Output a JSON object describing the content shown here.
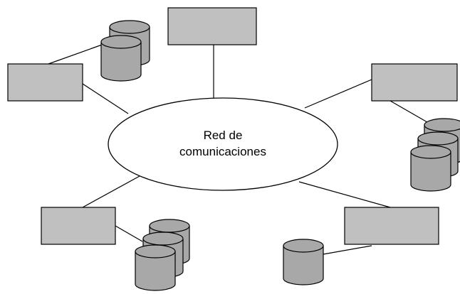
{
  "network": {
    "label_line1": "Red de",
    "label_line2": "comunicaciones"
  },
  "nodes": [
    {
      "id": "top",
      "disks": 0
    },
    {
      "id": "upper-left",
      "disks": 2
    },
    {
      "id": "upper-right",
      "disks": 3
    },
    {
      "id": "lower-left",
      "disks": 3
    },
    {
      "id": "lower-right",
      "disks": 1
    }
  ],
  "colors": {
    "box_fill": "#c0c0c0",
    "disk_fill": "#a8a8a8",
    "stroke": "#000000",
    "background": "#ffffff"
  }
}
